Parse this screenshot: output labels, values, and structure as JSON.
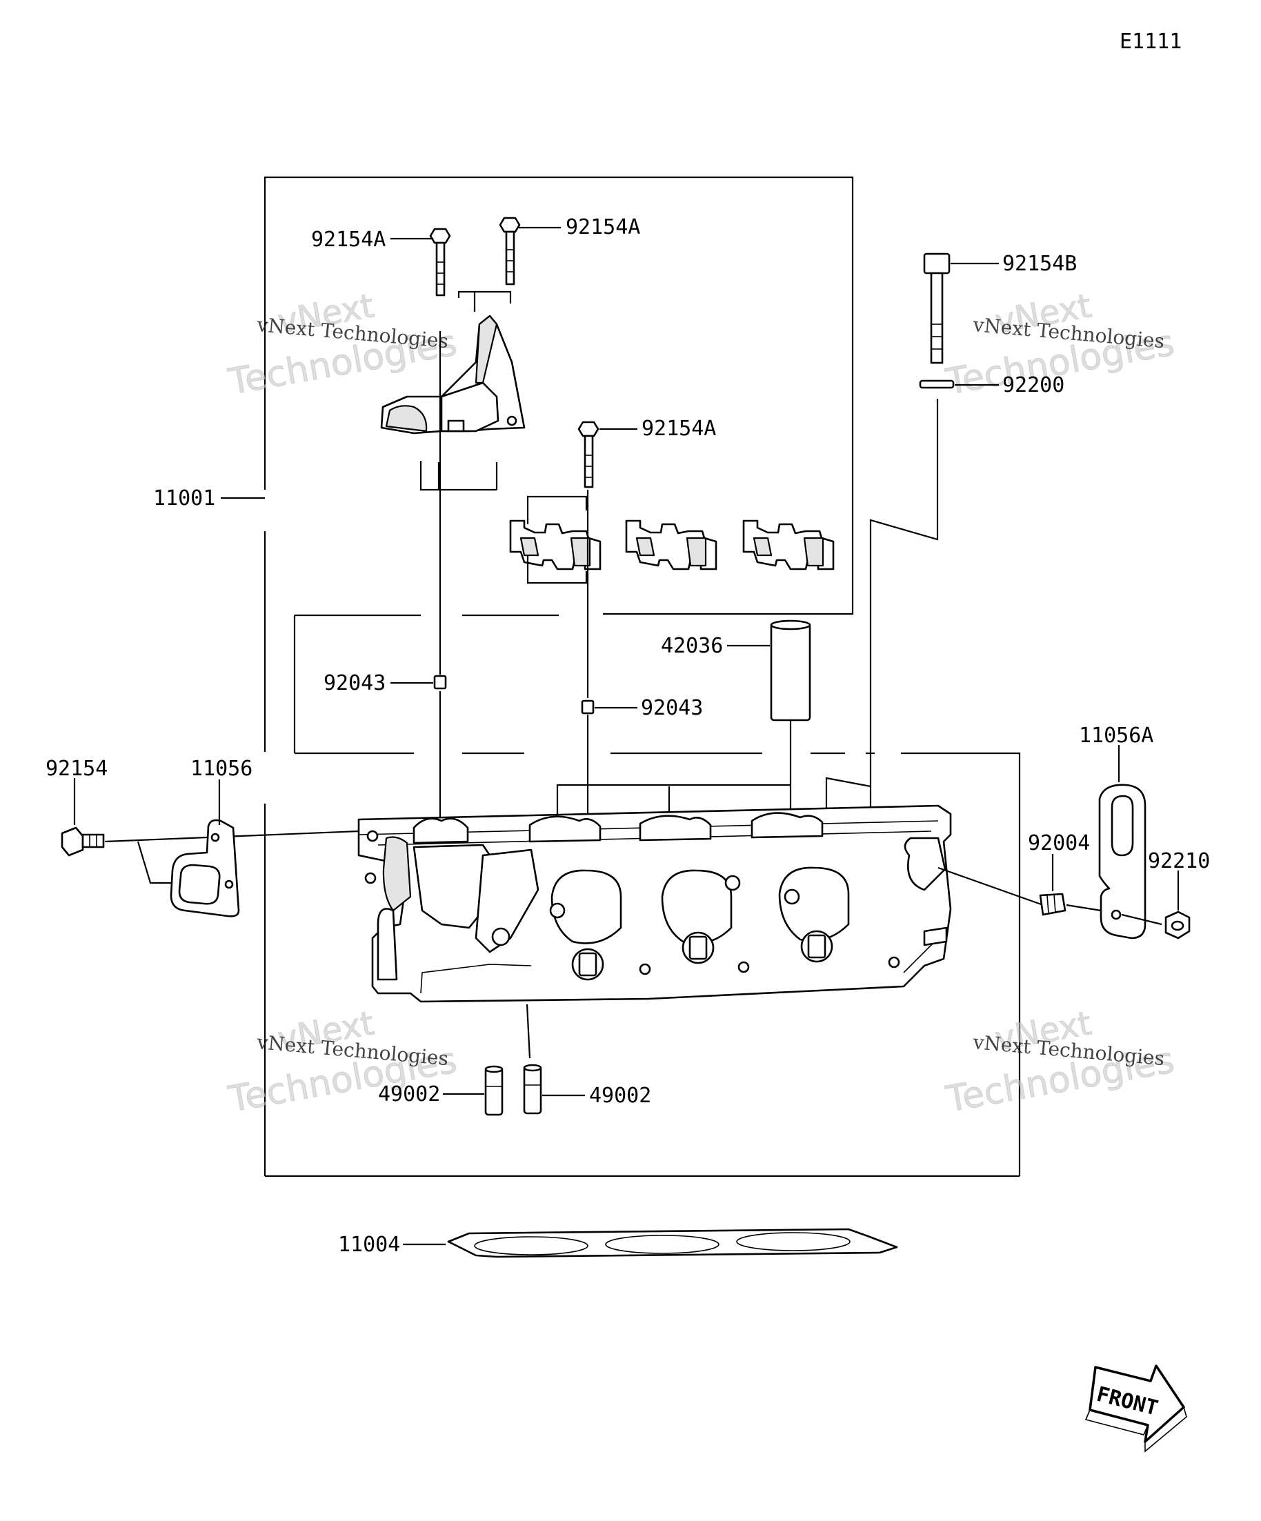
{
  "diagram_code": "E1111",
  "watermark": {
    "brand": "vNext",
    "brand_line2": "Technologies",
    "full": "vNext Technologies"
  },
  "labels": {
    "p92154A_1": "92154A",
    "p92154A_2": "92154A",
    "p92154A_3": "92154A",
    "p92154B": "92154B",
    "p92200": "92200",
    "p11001": "11001",
    "p42036": "42036",
    "p92043_1": "92043",
    "p92043_2": "92043",
    "p11056A": "11056A",
    "p92154": "92154",
    "p11056": "11056",
    "p92004": "92004",
    "p92210": "92210",
    "p49002_1": "49002",
    "p49002_2": "49002",
    "p11004": "11004"
  },
  "front_arrow": {
    "text": "FRONT"
  }
}
